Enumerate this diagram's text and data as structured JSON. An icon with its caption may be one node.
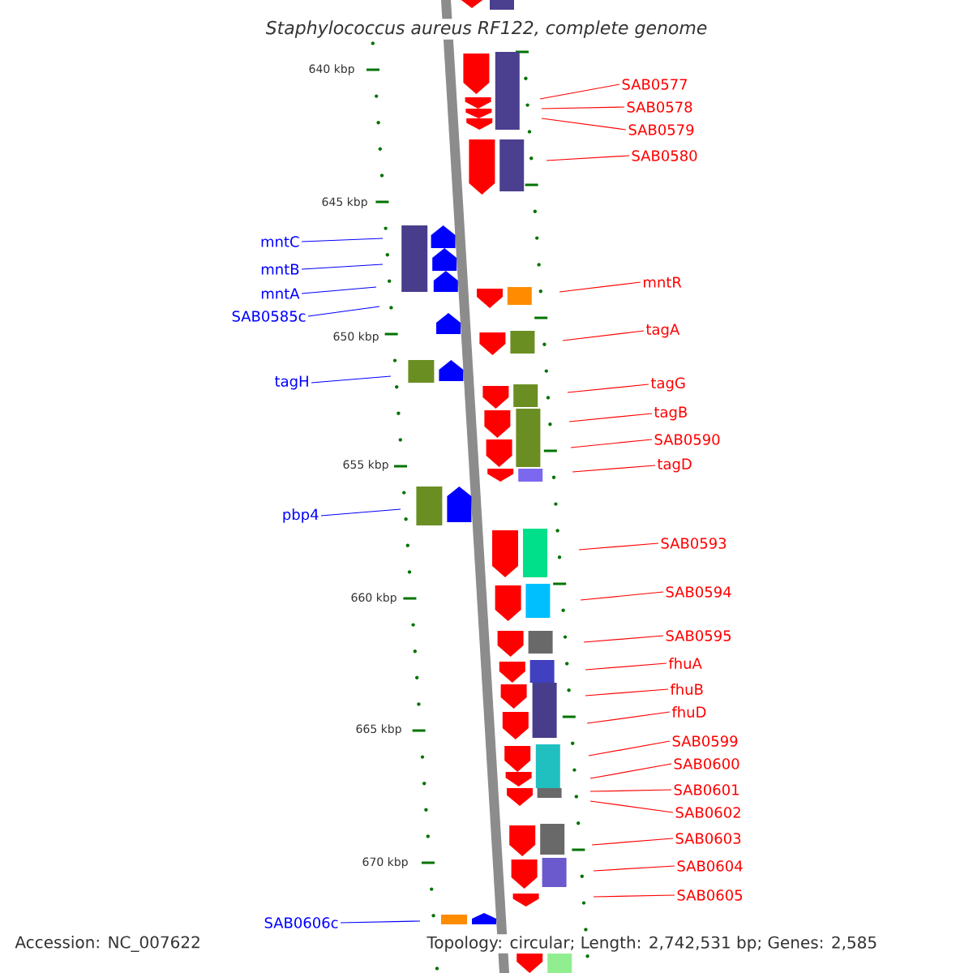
{
  "diagram": {
    "title": "Staphylococcus aureus RF122, complete genome",
    "nodes": [
      {
        "text": [
          "SAB0577"
        ]
      },
      {
        "text": [
          "SAB0578"
        ]
      },
      {
        "text": [
          "SAB0579"
        ]
      },
      {
        "text": [
          "SAB0580"
        ]
      },
      {
        "text": [
          "mntC"
        ]
      },
      {
        "text": [
          "mntB"
        ]
      },
      {
        "text": [
          "mntR"
        ]
      },
      {
        "text": [
          "mntA"
        ]
      },
      {
        "text": [
          "SAB0585c"
        ]
      },
      {
        "text": [
          "tagA"
        ]
      },
      {
        "text": [
          "tagH"
        ]
      },
      {
        "text": [
          "tagG"
        ]
      },
      {
        "text": [
          "tagB"
        ]
      },
      {
        "text": [
          "SAB0590"
        ]
      },
      {
        "text": [
          "tagD"
        ]
      },
      {
        "text": [
          "pbp4"
        ]
      },
      {
        "text": [
          "SAB0593"
        ]
      },
      {
        "text": [
          "SAB0594"
        ]
      },
      {
        "text": [
          "SAB0595"
        ]
      },
      {
        "text": [
          "fhuA"
        ]
      },
      {
        "text": [
          "fhuB"
        ]
      },
      {
        "text": [
          "fhuD"
        ]
      },
      {
        "text": [
          "SAB0599"
        ]
      },
      {
        "text": [
          "SAB0600"
        ]
      },
      {
        "text": [
          "SAB0601"
        ]
      },
      {
        "text": [
          "SAB0602"
        ]
      },
      {
        "text": [
          "SAB0603"
        ]
      },
      {
        "text": [
          "SAB0604"
        ]
      },
      {
        "text": [
          "SAB0605"
        ]
      },
      {
        "text": [
          "SAB0606c"
        ]
      }
    ],
    "edges": [
      {
        "from": 0,
        "to": null,
        "arrow": "none"
      },
      {
        "from": 1,
        "to": null,
        "arrow": "none"
      },
      {
        "from": 2,
        "to": null,
        "arrow": "none"
      },
      {
        "from": 3,
        "to": null,
        "arrow": "none"
      },
      {
        "from": 4,
        "to": null,
        "arrow": "none",
        "color": "#0000ff"
      },
      {
        "from": 5,
        "to": null,
        "arrow": "none",
        "color": "#0000ff"
      },
      {
        "from": 6,
        "to": null,
        "arrow": "none"
      },
      {
        "from": 7,
        "to": null,
        "arrow": "none",
        "color": "#0000ff"
      },
      {
        "from": 8,
        "to": null,
        "arrow": "none",
        "color": "#0000ff"
      },
      {
        "from": 9,
        "to": null,
        "arrow": "none"
      },
      {
        "from": 10,
        "to": null,
        "arrow": "none",
        "color": "#0000ff"
      },
      {
        "from": 11,
        "to": null,
        "arrow": "none"
      },
      {
        "from": 12,
        "to": null,
        "arrow": "none"
      },
      {
        "from": 13,
        "to": null,
        "arrow": "none"
      },
      {
        "from": 14,
        "to": null,
        "arrow": "none"
      },
      {
        "from": 15,
        "to": null,
        "arrow": "none",
        "color": "#0000ff"
      },
      {
        "from": 16,
        "to": null,
        "arrow": "none"
      },
      {
        "from": 17,
        "to": null,
        "arrow": "none"
      },
      {
        "from": 18,
        "to": null,
        "arrow": "none"
      },
      {
        "from": 19,
        "to": null,
        "arrow": "none"
      },
      {
        "from": 20,
        "to": null,
        "arrow": "none"
      },
      {
        "from": 21,
        "to": null,
        "arrow": "none"
      },
      {
        "from": 22,
        "to": null,
        "arrow": "none"
      },
      {
        "from": 23,
        "to": null,
        "arrow": "none"
      },
      {
        "from": 24,
        "to": null,
        "arrow": "none"
      },
      {
        "from": 25,
        "to": null,
        "arrow": "none"
      },
      {
        "from": 26,
        "to": null,
        "arrow": "none"
      },
      {
        "from": 27,
        "to": null,
        "arrow": "none"
      },
      {
        "from": 28,
        "to": null,
        "arrow": "none"
      },
      {
        "from": 29,
        "to": null,
        "arrow": "none",
        "color": "#0000ff"
      }
    ],
    "labels": [
      "640 kbp",
      "645 kbp",
      "650 kbp",
      "655 kbp",
      "660 kbp",
      "665 kbp",
      "670 kbp",
      "Accession: NC_007622",
      "Topology: circular; Length: 2,742,531 bp; Genes: 2,585"
    ]
  }
}
